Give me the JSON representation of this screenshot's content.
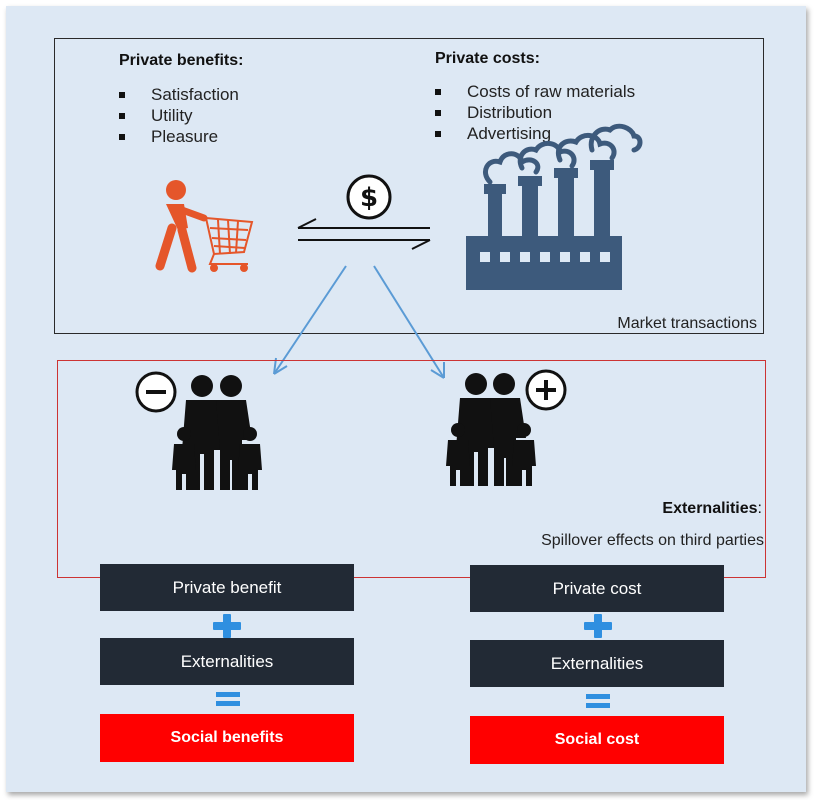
{
  "private_benefits": {
    "heading": "Private benefits:",
    "items": [
      "Satisfaction",
      "Utility",
      "Pleasure"
    ]
  },
  "private_costs": {
    "heading": "Private costs:",
    "items": [
      "Costs of raw materials",
      "Distribution",
      "Advertising"
    ]
  },
  "market_label": "Market transactions",
  "externalities": {
    "heading": "Externalities",
    "colon": ":",
    "description": "Spillover effects on third parties"
  },
  "benefit_column": {
    "top": "Private benefit",
    "middle": "Externalities",
    "result": "Social benefits"
  },
  "cost_column": {
    "top": "Private cost",
    "middle": "Externalities",
    "result": "Social cost"
  },
  "icons": {
    "shopper": "person-with-shopping-cart-icon",
    "money": "dollar-coin-icon",
    "exchange": "exchange-arrows-icon",
    "factory": "factory-icon",
    "family_negative": "family-minus-icon",
    "family_positive": "family-plus-icon"
  },
  "colors": {
    "background": "#dde8f4",
    "shopper": "#e5562a",
    "factory": "#3d5a7c",
    "dark_box": "#222a35",
    "red_box": "#ff0000",
    "arrow": "#5b9bd5",
    "plus_sign": "#2f8fe0"
  }
}
